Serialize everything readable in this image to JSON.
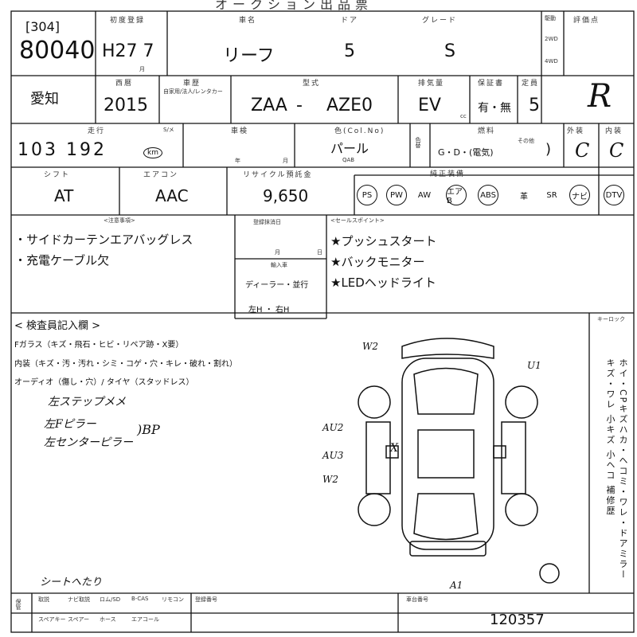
{
  "header": {
    "title": "オークション出品票"
  },
  "labels": {
    "first_reg": "初度登録",
    "model_year_unit": "年",
    "month_unit": "月",
    "car_name": "車名",
    "door": "ドア",
    "grade": "グレード",
    "drive": "駆動",
    "drive_opt1": "2WD",
    "drive_opt2": "4WD",
    "score": "評価点",
    "year": "西暦",
    "vehicle_class": "車歴",
    "vehicle_class_sub": "自家用/法人/レンタカー",
    "model": "型式",
    "displacement": "排気量",
    "cc": "cc",
    "warranty": "保証書",
    "capacity": "定員",
    "mileage": "走行",
    "mileage_flag": "S/メ",
    "inspection": "車検",
    "inspection_year": "年",
    "inspection_month": "月",
    "color": "色(Col.No)",
    "repaint": "色替",
    "fuel": "燃料",
    "fuel_other": "その他",
    "exterior": "外装",
    "interior": "内装",
    "shift": "シフト",
    "aircon": "エアコン",
    "recycle": "リサイクル預託金",
    "equipment": "純正装備",
    "notes_title": "<注意事項>",
    "dereg": "登録抹消日",
    "dereg_month": "月",
    "dereg_day": "日",
    "import_title": "輸入車",
    "dealer": "ディーラー・並行",
    "hand": "左H ・ 右H",
    "sales_title": "<セールスポイント>",
    "inspector_title": "< 検査員記入欄 >",
    "keypoint": "キーロック",
    "vertical_legend": "ホイ・CPキズハカ・ヘコミ・ワレ・ドアミラーキズ・ワレ 小キズ 小ヘコ 補修歴",
    "footer_check": "保管",
    "footer_car_no": "車台番号",
    "footer_reg": "登録番号"
  },
  "listing": {
    "lot_tag": "[304]",
    "lot_number": "80040",
    "first_reg": "H27 7",
    "car_name": "リーフ",
    "doors": "5",
    "grade": "S",
    "prefecture": "愛知",
    "year": "2015",
    "model_prefix": "ZAA",
    "model_dash": "-",
    "model_code": "AZE0",
    "displacement": "EV",
    "warranty": "有・無",
    "capacity": "5",
    "score": "R",
    "mileage": "103 192",
    "mileage_unit": "km",
    "color": "パール",
    "color_code": "QAB",
    "fuel": "G・D・(電気)",
    "fuel_paren": ")",
    "exterior_grade": "C",
    "interior_grade": "C",
    "shift": "AT",
    "aircon": "AAC",
    "recycle_fee": "9,650",
    "chassis_no": "120357"
  },
  "equipment": [
    {
      "label": "PS",
      "circled": true
    },
    {
      "label": "PW",
      "circled": true
    },
    {
      "label": "AW",
      "circled": false
    },
    {
      "label": "エアB",
      "circled": true
    },
    {
      "label": "ABS",
      "circled": true
    },
    {
      "label": "革",
      "circled": false
    },
    {
      "label": "SR",
      "circled": false
    },
    {
      "label": "ナビ",
      "circled": true
    },
    {
      "label": "DTV",
      "circled": true
    }
  ],
  "notes": [
    "・サイドカーテンエアバッグレス",
    "・充電ケーブル欠"
  ],
  "sales_points": [
    "★プッシュスタート",
    "★バックモニター",
    "★LEDヘッドライト"
  ],
  "inspector": {
    "line1": "Fガラス（キズ・飛石・ヒビ・リペア跡・X要）",
    "line2": "内装（キズ・汚・汚れ・シミ・コゲ・穴・キレ・破れ・割れ）",
    "line3": "オーディオ（傷し・穴）/ タイヤ（スタッドレス）",
    "hand1": "左ステップメメ",
    "hand2": "左Fピラー",
    "hand3": "左センターピラー",
    "hand_bp": ")BP",
    "seat": "シートへたり"
  },
  "diagram_marks": {
    "w2_top": "W2",
    "u1": "U1",
    "au2": "AU2",
    "au3": "AU3",
    "w2_side": "W2",
    "a1": "A1",
    "x": "X"
  },
  "footer_items": [
    "取説",
    "ナビ取説",
    "ロム/SD",
    "B-CAS",
    "リモコン",
    "スペアキー",
    "スペアー",
    "ホース",
    "エアコール"
  ]
}
